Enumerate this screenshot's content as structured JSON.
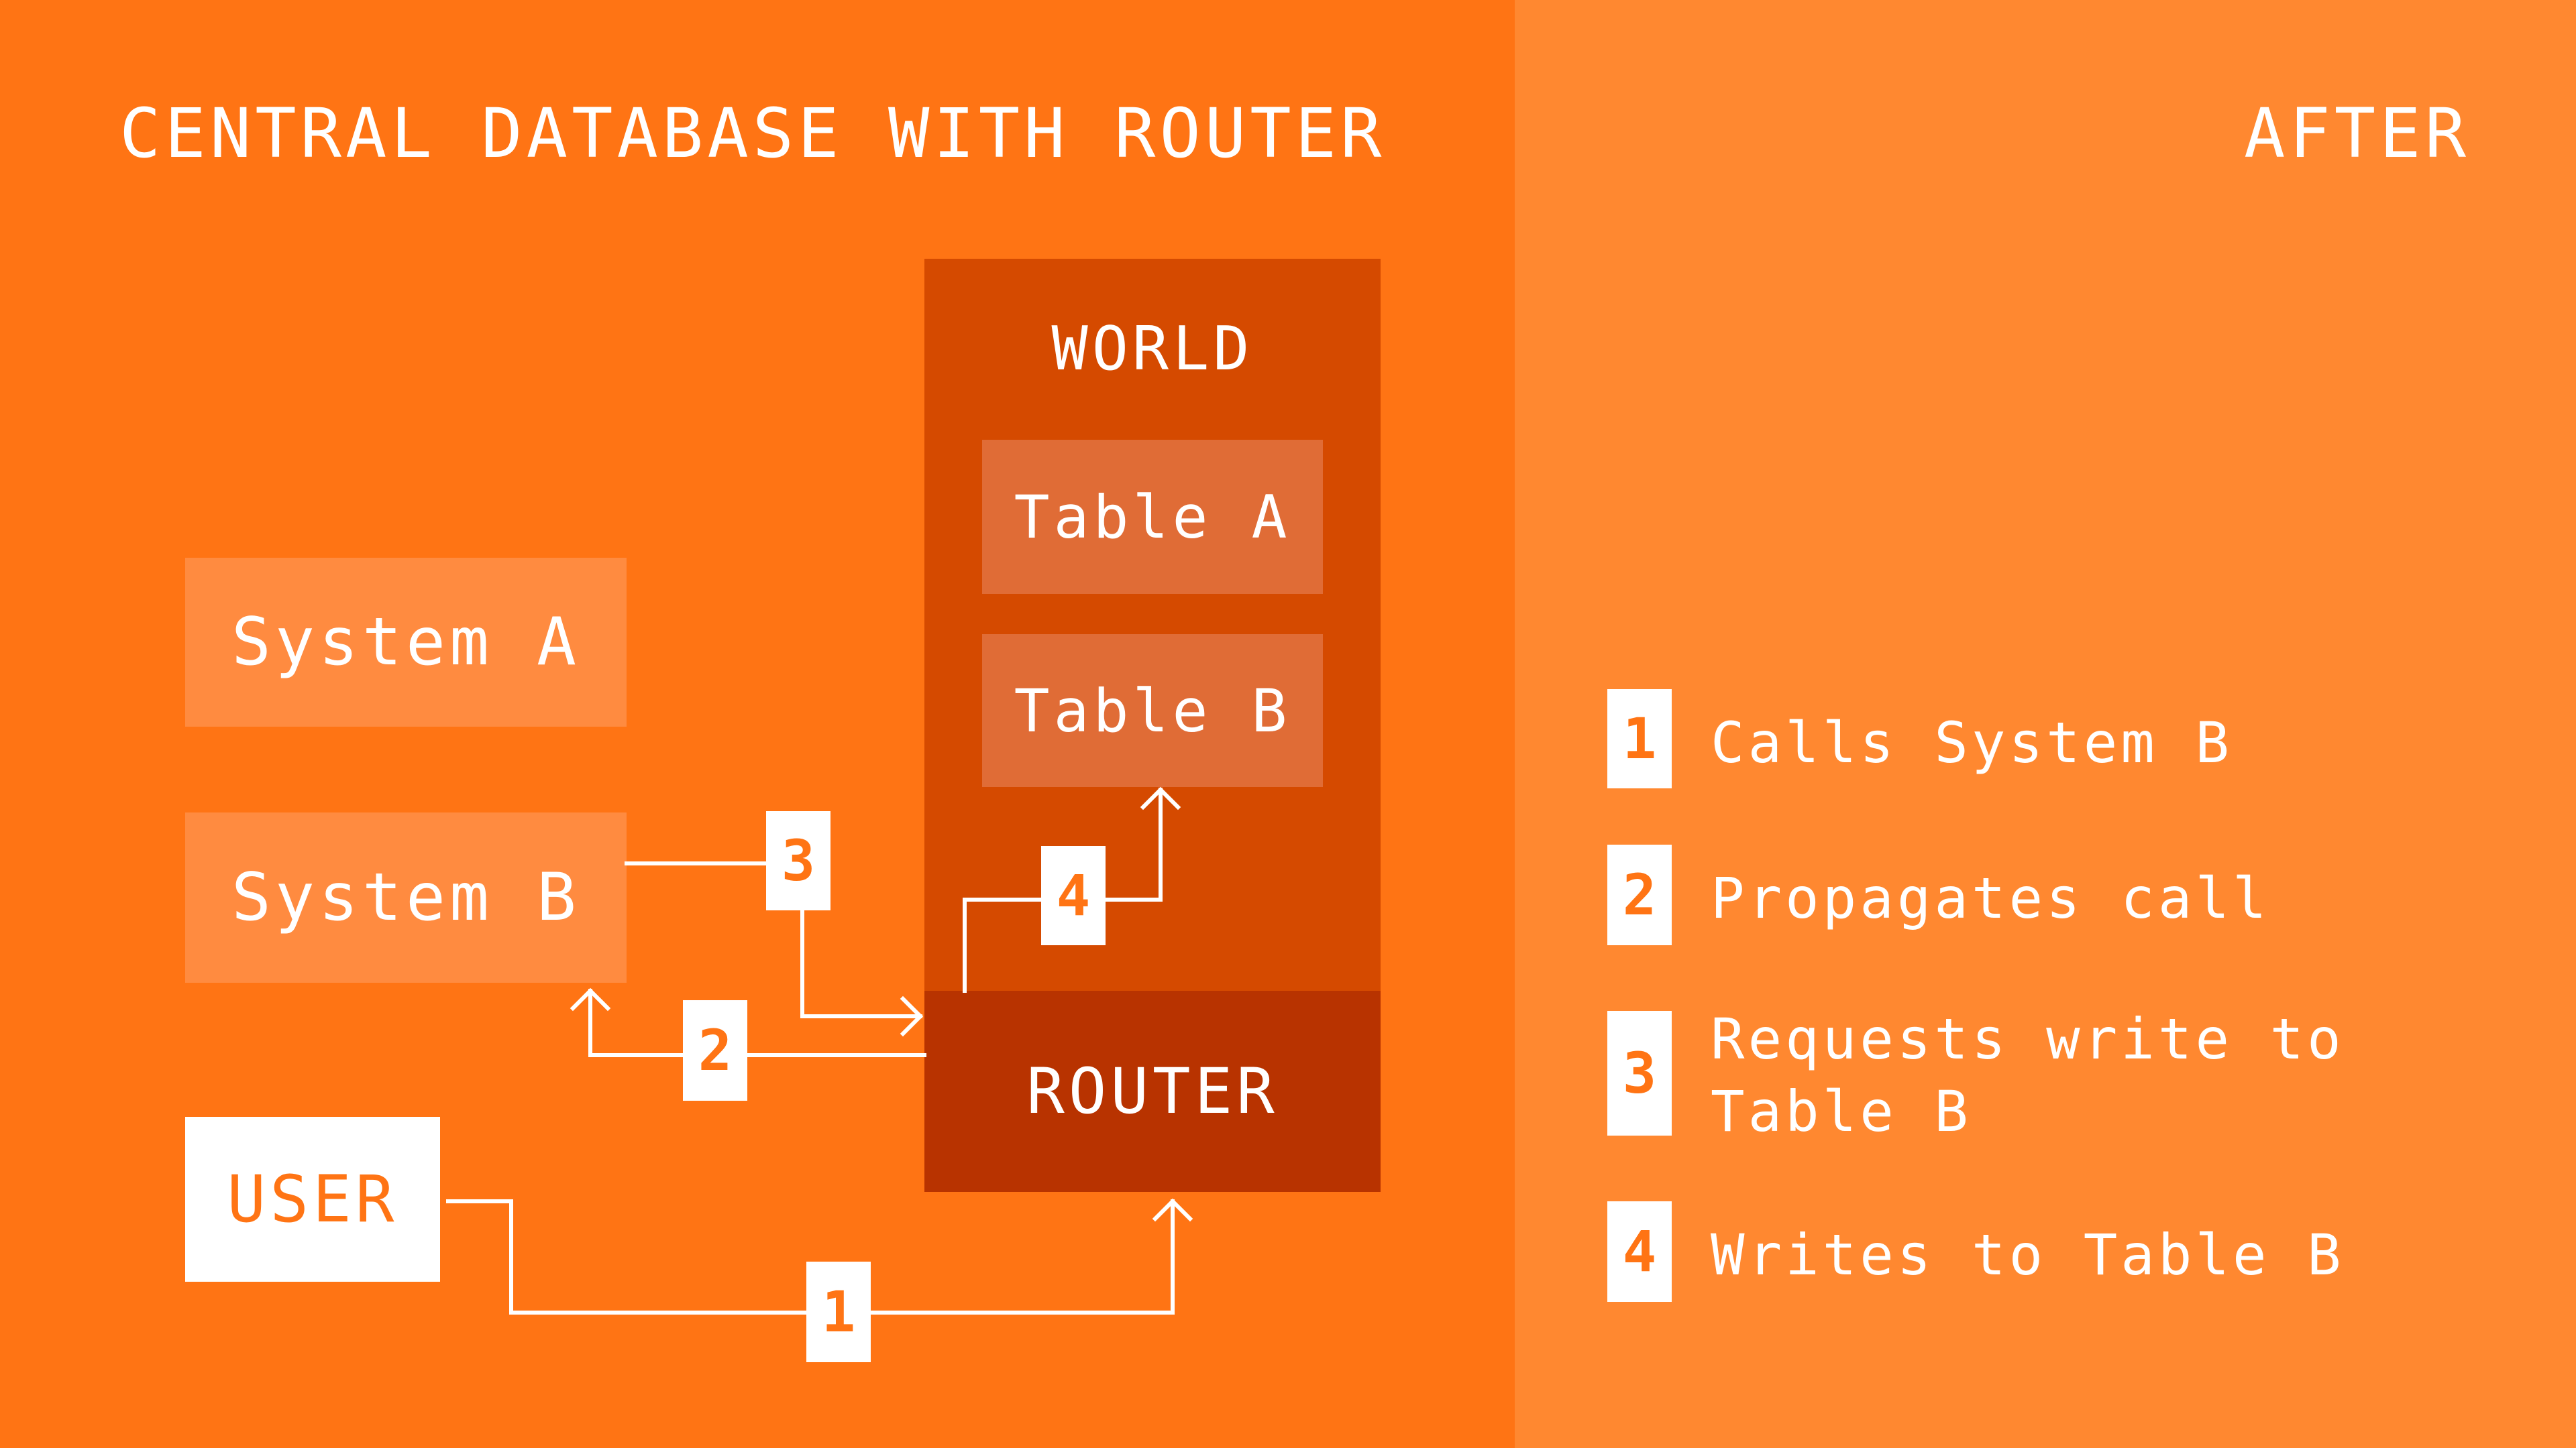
{
  "titles": {
    "left": "CENTRAL DATABASE WITH ROUTER",
    "right": "AFTER"
  },
  "nodes": {
    "world": "WORLD",
    "table_a": "Table A",
    "table_b": "Table B",
    "system_a": "System A",
    "system_b": "System B",
    "router": "ROUTER",
    "user": "USER"
  },
  "steps": [
    {
      "number": "1",
      "text": "Calls System B"
    },
    {
      "number": "2",
      "text": "Propagates call"
    },
    {
      "number": "3",
      "text": "Requests write to\nTable B"
    },
    {
      "number": "4",
      "text": "Writes to Table B"
    }
  ],
  "colors": {
    "left_background": "#ff7414",
    "right_background": "#ff8830",
    "world": "#d54a00",
    "router": "#b83300",
    "system_box": "#ff8b40",
    "table_box": "#e06c36",
    "badge": "#ffffff"
  }
}
